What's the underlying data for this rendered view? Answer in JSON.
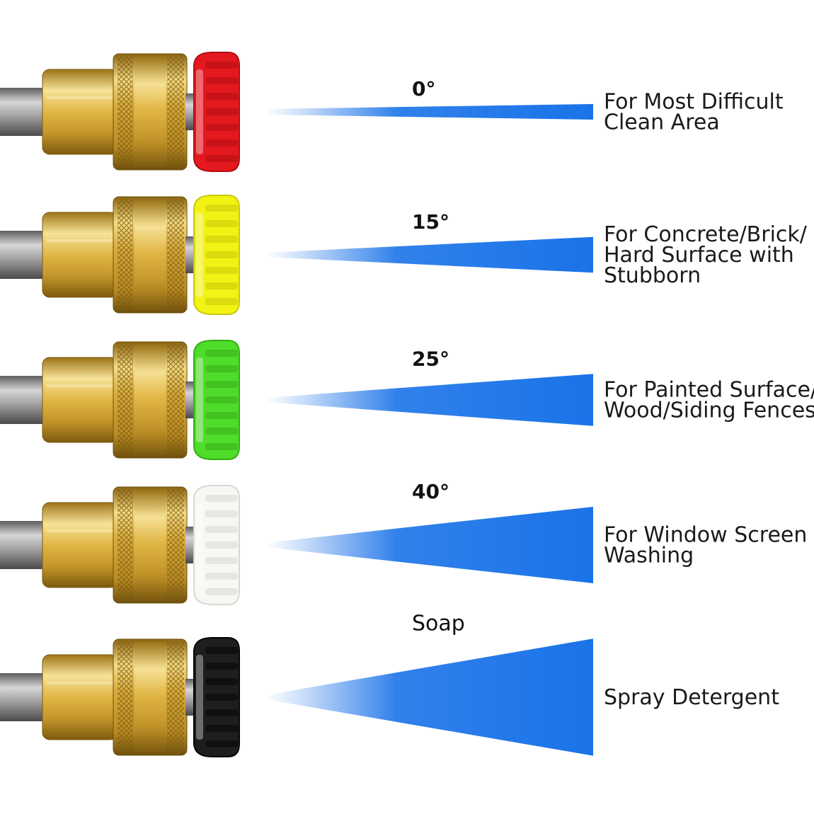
{
  "nozzles": [
    {
      "angle_label": "0°",
      "description_lines": [
        "For Most Difficult",
        "Clean Area"
      ],
      "tip_color": "#e3191f",
      "tip_shade": "#b30d12",
      "spread": 0,
      "label_bold": true
    },
    {
      "angle_label": "15°",
      "description_lines": [
        "For Concrete/Brick/",
        "Hard Surface with",
        "Stubborn"
      ],
      "tip_color": "#f2f215",
      "tip_shade": "#c9c90a",
      "spread": 15,
      "label_bold": true
    },
    {
      "angle_label": "25°",
      "description_lines": [
        "For Painted Surface/",
        "Wood/Siding Fences"
      ],
      "tip_color": "#4fdc2b",
      "tip_shade": "#34ad16",
      "spread": 25,
      "label_bold": true
    },
    {
      "angle_label": "40°",
      "description_lines": [
        "For Window Screen",
        "Washing"
      ],
      "tip_color": "#f7f7f4",
      "tip_shade": "#d8d8d3",
      "spread": 40,
      "label_bold": true
    },
    {
      "angle_label": "Soap",
      "description_lines": [
        "Spray Detergent"
      ],
      "tip_color": "#1e1e1e",
      "tip_shade": "#050505",
      "spread": 65,
      "label_bold": false
    }
  ],
  "colors": {
    "spray": "#1a73e8",
    "brass": "#d9ac3c",
    "brass_dark": "#9a7318",
    "brass_light": "#f6df8e",
    "steel": "#9a9a9a"
  }
}
